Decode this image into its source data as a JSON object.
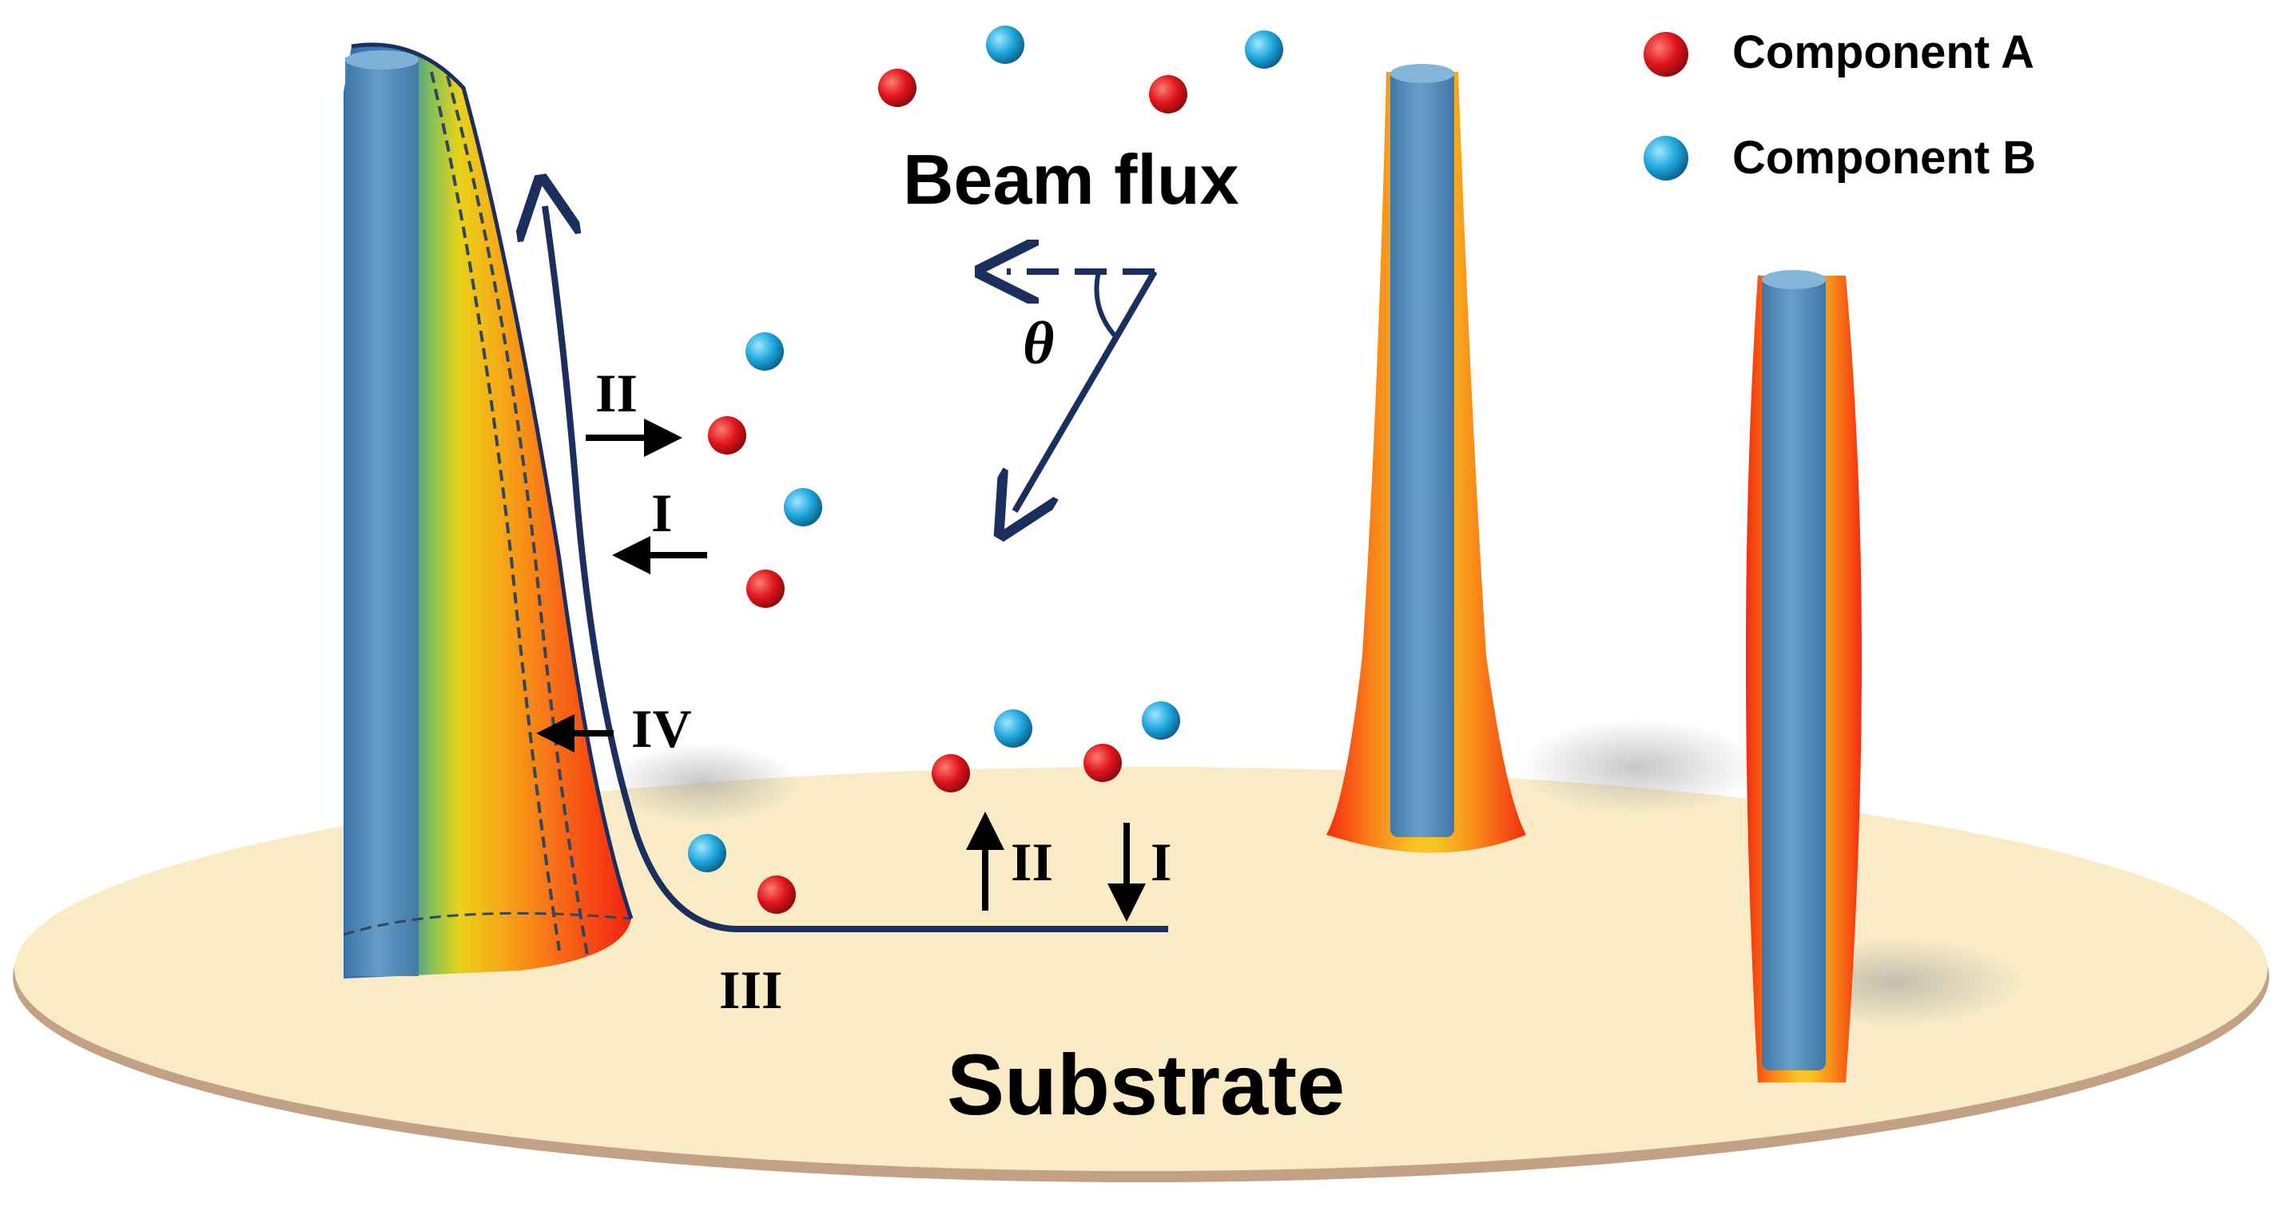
{
  "legend": {
    "component_a": "Component A",
    "component_b": "Component B"
  },
  "labels": {
    "beam_flux": "Beam flux",
    "theta": "θ",
    "substrate": "Substrate",
    "step_ii_top": "II",
    "step_i_top": "I",
    "step_iv": "IV",
    "step_iii": "III",
    "step_ii_bottom": "II",
    "step_i_bottom": "I"
  },
  "colors": {
    "component_a": "#d9151b",
    "component_b": "#1fa3d9",
    "substrate": "#f8ebc6",
    "substrate_rim": "#c2a187",
    "arrow": "#1c2e5e",
    "core": "#4f89b8"
  }
}
